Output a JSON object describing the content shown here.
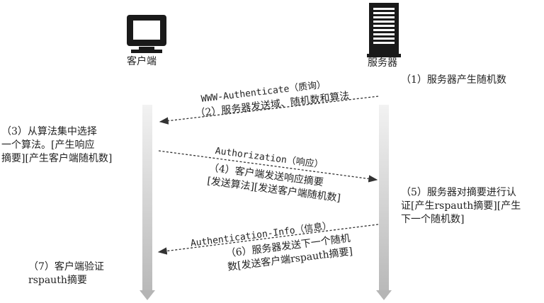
{
  "actors": {
    "client": {
      "label": "客户端",
      "icon": "computer-icon"
    },
    "server": {
      "label": "服务器",
      "icon": "server-icon"
    }
  },
  "steps": {
    "s1": {
      "text": "（1）服务器产生随机数"
    },
    "msg1": {
      "header": "WWW-Authenticate（质询）",
      "text": "（2）服务器发送域、随机数和算法"
    },
    "s3": {
      "lines": [
        "（3）从算法集中选择",
        "一个算法。[产生响应",
        "摘要][产生客户端随机数]"
      ]
    },
    "msg2": {
      "header": "Authorization（响应）",
      "lines": [
        "（4）客户端发送响应摘要",
        "[发送算法][发送客户端随机数]"
      ]
    },
    "s5": {
      "lines": [
        "（5）服务器对摘要进行认",
        "证[产生rspauth摘要][产生",
        "下一个随机数]"
      ]
    },
    "msg3": {
      "header": "Authentication-Info（信息）",
      "lines": [
        "（6）服务器发送下一个随机",
        "数[发送客户端rspauth摘要]"
      ]
    },
    "s7": {
      "lines": [
        "（7）客户端验证",
        "rspauth摘要"
      ]
    }
  },
  "colors": {
    "lifeline": "#c8c8c8",
    "arrow": "#333333",
    "icon": "#1a1a1a"
  }
}
